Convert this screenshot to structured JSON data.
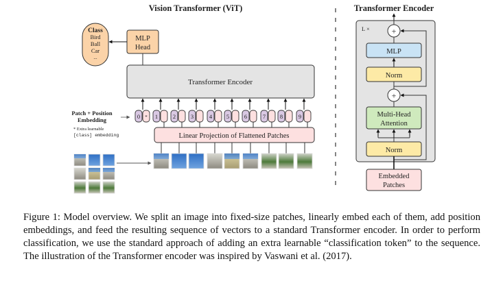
{
  "vit": {
    "title": "Vision Transformer (ViT)",
    "class_box": {
      "title": "Class",
      "items": [
        "Bird",
        "Ball",
        "Car",
        "..."
      ]
    },
    "mlp_head": [
      "MLP",
      "Head"
    ],
    "transformer_encoder_label": "Transformer Encoder",
    "patch_position_embedding": [
      "Patch + Position",
      "Embedding"
    ],
    "extra_note": [
      "* Extra learnable",
      "[class] embedding"
    ],
    "tokens": [
      "0*",
      "1",
      "2",
      "3",
      "4",
      "5",
      "6",
      "7",
      "8",
      "9"
    ],
    "linear_projection_label": "Linear Projection of Flattened Patches",
    "input_grid_size": "3x3",
    "patch_count": 9
  },
  "encoder": {
    "title": "Transformer Encoder",
    "repeat_label": "L ×",
    "add_symbol": "+",
    "mlp_label": "MLP",
    "norm_label": "Norm",
    "attention_label": [
      "Multi-Head",
      "Attention"
    ],
    "embedded_patches": [
      "Embedded",
      "Patches"
    ]
  },
  "colors": {
    "class_fill": "#fbd3a8",
    "mlp_head_fill": "#fbd3a8",
    "encoder_fill": "#e4e4e4",
    "linear_fill": "#fde0e0",
    "token_pos_fill": "#d9c8e3",
    "token_patch_fill": "#fde0e0",
    "mlp_fill": "#c9e3f5",
    "norm_fill": "#fdeaa6",
    "attention_fill": "#cfeabd",
    "embedded_fill": "#fde0e0",
    "stroke": "#333333"
  },
  "caption": "Figure 1: Model overview. We split an image into fixed-size patches, linearly embed each of them, add position embeddings, and feed the resulting sequence of vectors to a standard Transformer encoder. In order to perform classification, we use the standard approach of adding an extra learnable “classification token” to the sequence. The illustration of the Transformer encoder was inspired by Vaswani et al. (2017)."
}
